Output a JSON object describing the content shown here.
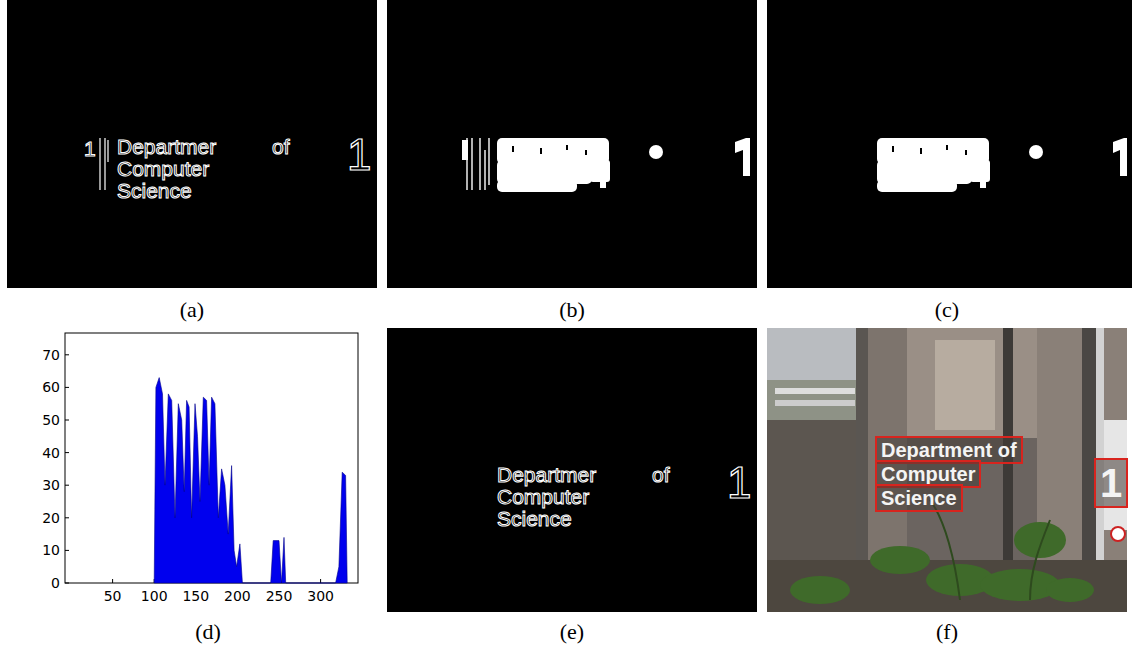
{
  "diagram": {
    "nodes": [
      {
        "text": [
          "Department of"
        ]
      },
      {
        "text": [
          "Computer"
        ]
      },
      {
        "text": [
          "Science"
        ]
      },
      {
        "text": [
          "1"
        ]
      }
    ],
    "labels": [
      "(a)",
      "(b)",
      "(c)",
      "(d)",
      "(e)",
      "(f)",
      "0",
      "10",
      "20",
      "30",
      "40",
      "50",
      "60",
      "70",
      "50",
      "100",
      "150",
      "200",
      "250",
      "300",
      "1",
      "Departmer",
      "of",
      "Computer",
      "Science",
      "1",
      "Departmer",
      "of",
      "Computer",
      "Science",
      "1"
    ]
  }
}
